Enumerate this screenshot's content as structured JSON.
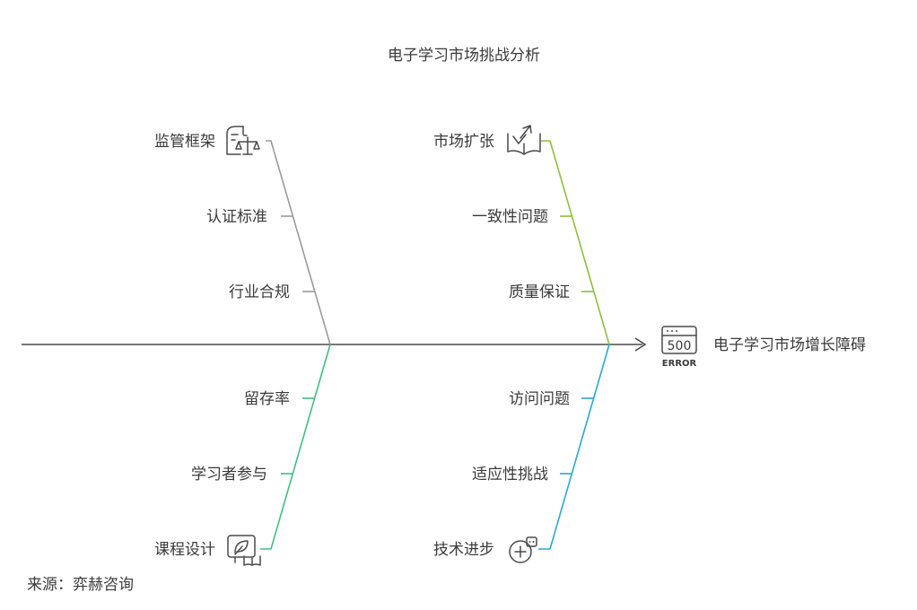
{
  "title": "电子学习市场挑战分析",
  "effect": {
    "label": "电子学习市场增长障碍",
    "icon": "server-error-500-icon",
    "icon_code": "500",
    "icon_text": "ERROR"
  },
  "colors": {
    "spine": "#4a4a4a",
    "top_left": "#9a9a9a",
    "top_right": "#8dbf3e",
    "bottom_left": "#3fbf7f",
    "bottom_right": "#2aa8d4"
  },
  "branches": {
    "top_left": {
      "icon": "legal-document-scales-icon",
      "items": [
        "监管框架",
        "认证标准",
        "行业合规"
      ]
    },
    "top_right": {
      "icon": "open-book-growth-icon",
      "items": [
        "市场扩张",
        "一致性问题",
        "质量保证"
      ]
    },
    "bottom_left": {
      "icon": "screen-leaf-book-icon",
      "items": [
        "留存率",
        "学习者参与",
        "课程设计"
      ]
    },
    "bottom_right": {
      "icon": "robot-add-icon",
      "items": [
        "访问问题",
        "适应性挑战",
        "技术进步"
      ]
    }
  },
  "source": "来源：弈赫咨询"
}
